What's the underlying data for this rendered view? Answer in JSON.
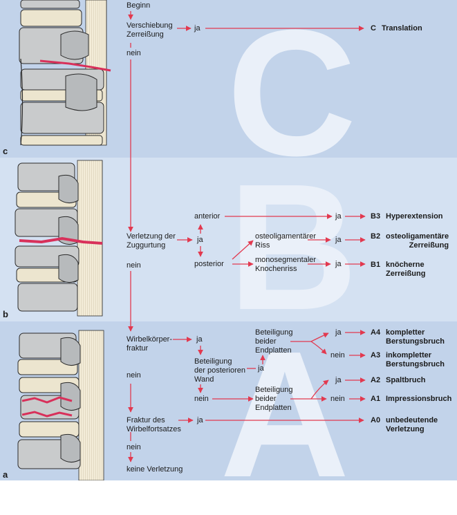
{
  "panels": {
    "c": {
      "label": "c",
      "letter": "C"
    },
    "b": {
      "label": "b",
      "letter": "B"
    },
    "a": {
      "label": "a",
      "letter": "A"
    }
  },
  "nodes": {
    "beginn": "Beginn",
    "verschiebung": "Verschiebung\nZerreißung",
    "ja_c": "ja",
    "nein_c": "nein",
    "zuggurtung": "Verletzung der\nZuggurtung",
    "ja_b": "ja",
    "nein_b": "nein",
    "anterior": "anterior",
    "posterior": "posterior",
    "osteoligamentaer": "osteoligamentärer\nRiss",
    "monosegmental": "monosegmentaler\nKnochenriss",
    "ja_b3": "ja",
    "ja_b2": "ja",
    "ja_b1": "ja",
    "wirbelkoerper": "Wirbelkörper-\nfraktur",
    "ja_wk": "ja",
    "nein_wk": "nein",
    "beteiligung_wand": "Beteiligung\nder posterioren\nWand",
    "ja_wand": "ja",
    "nein_wand": "nein",
    "beteiligung_top": "Beteiligung\nbeider\nEndplatten",
    "beteiligung_bottom": "Beteiligung\nbeider\nEndplatten",
    "ja_a4": "ja",
    "nein_a3": "nein",
    "ja_a2": "ja",
    "nein_a1": "nein",
    "fortsatz": "Fraktur des\nWirbelfortsatzes",
    "ja_a0": "ja",
    "nein_final": "nein",
    "keine": "keine Verletzung"
  },
  "results": {
    "c": {
      "code": "C",
      "desc": "Translation"
    },
    "b3": {
      "code": "B3",
      "desc": "Hyperextension"
    },
    "b2": {
      "code": "B2",
      "desc": "osteoligamentäre\nZerreißung"
    },
    "b1": {
      "code": "B1",
      "desc": "knöcherne\nZerreißung"
    },
    "a4": {
      "code": "A4",
      "desc": "kompletter\nBerstungsbruch"
    },
    "a3": {
      "code": "A3",
      "desc": "inkompletter\nBerstungsbruch"
    },
    "a2": {
      "code": "A2",
      "desc": "Spaltbruch"
    },
    "a1": {
      "code": "A1",
      "desc": "Impressionsbruch"
    },
    "a0": {
      "code": "A0",
      "desc": "unbedeutende\nVerletzung"
    }
  },
  "colors": {
    "arrow": "#e2394f",
    "fracture": "#d8305a",
    "band_dark": "#c2d3ea",
    "band_light": "#d4e1f2",
    "letter": "#eaf0f9",
    "bone": "#c9cbcc",
    "disc": "#ece5cf",
    "outline": "#2a2a2a"
  }
}
